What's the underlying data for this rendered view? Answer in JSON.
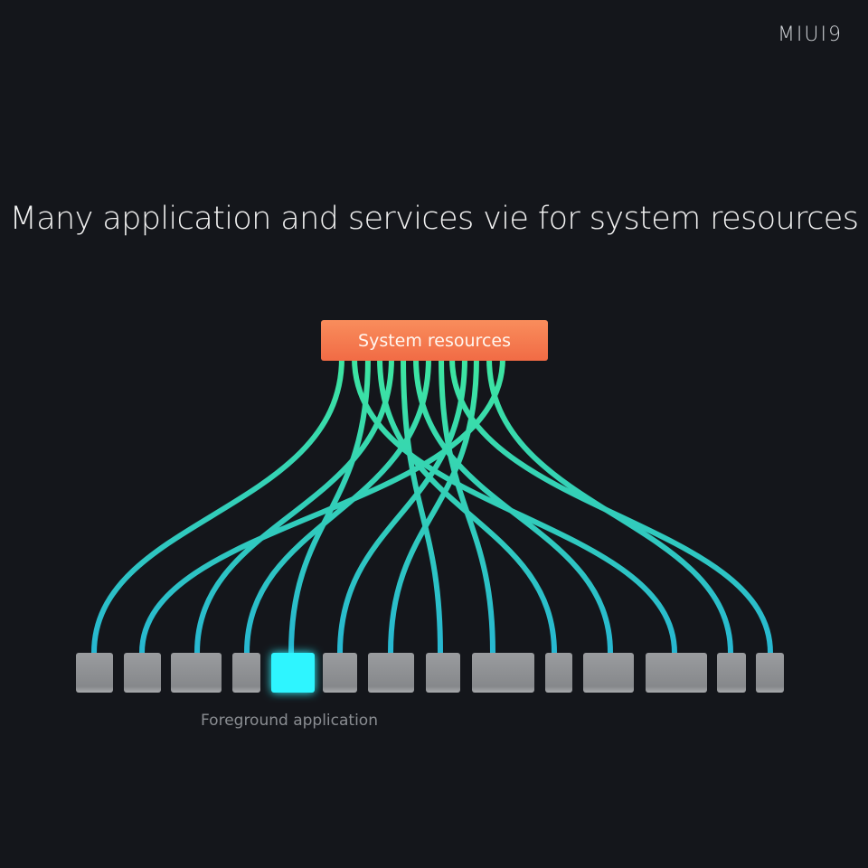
{
  "brand": "MIUI9",
  "headline": "Many application and services vie for system resources",
  "resource_box": {
    "label": "System resources",
    "color_top": "#f98d5c",
    "color_bottom": "#f16b45"
  },
  "apps": {
    "count": 14,
    "foreground_index": 4,
    "caption": "Foreground application",
    "color_default": "#8e9093",
    "color_foreground": "#2ef5ff"
  },
  "connections": {
    "color_top": "#3ee6a0",
    "color_bottom": "#27b7d2"
  }
}
